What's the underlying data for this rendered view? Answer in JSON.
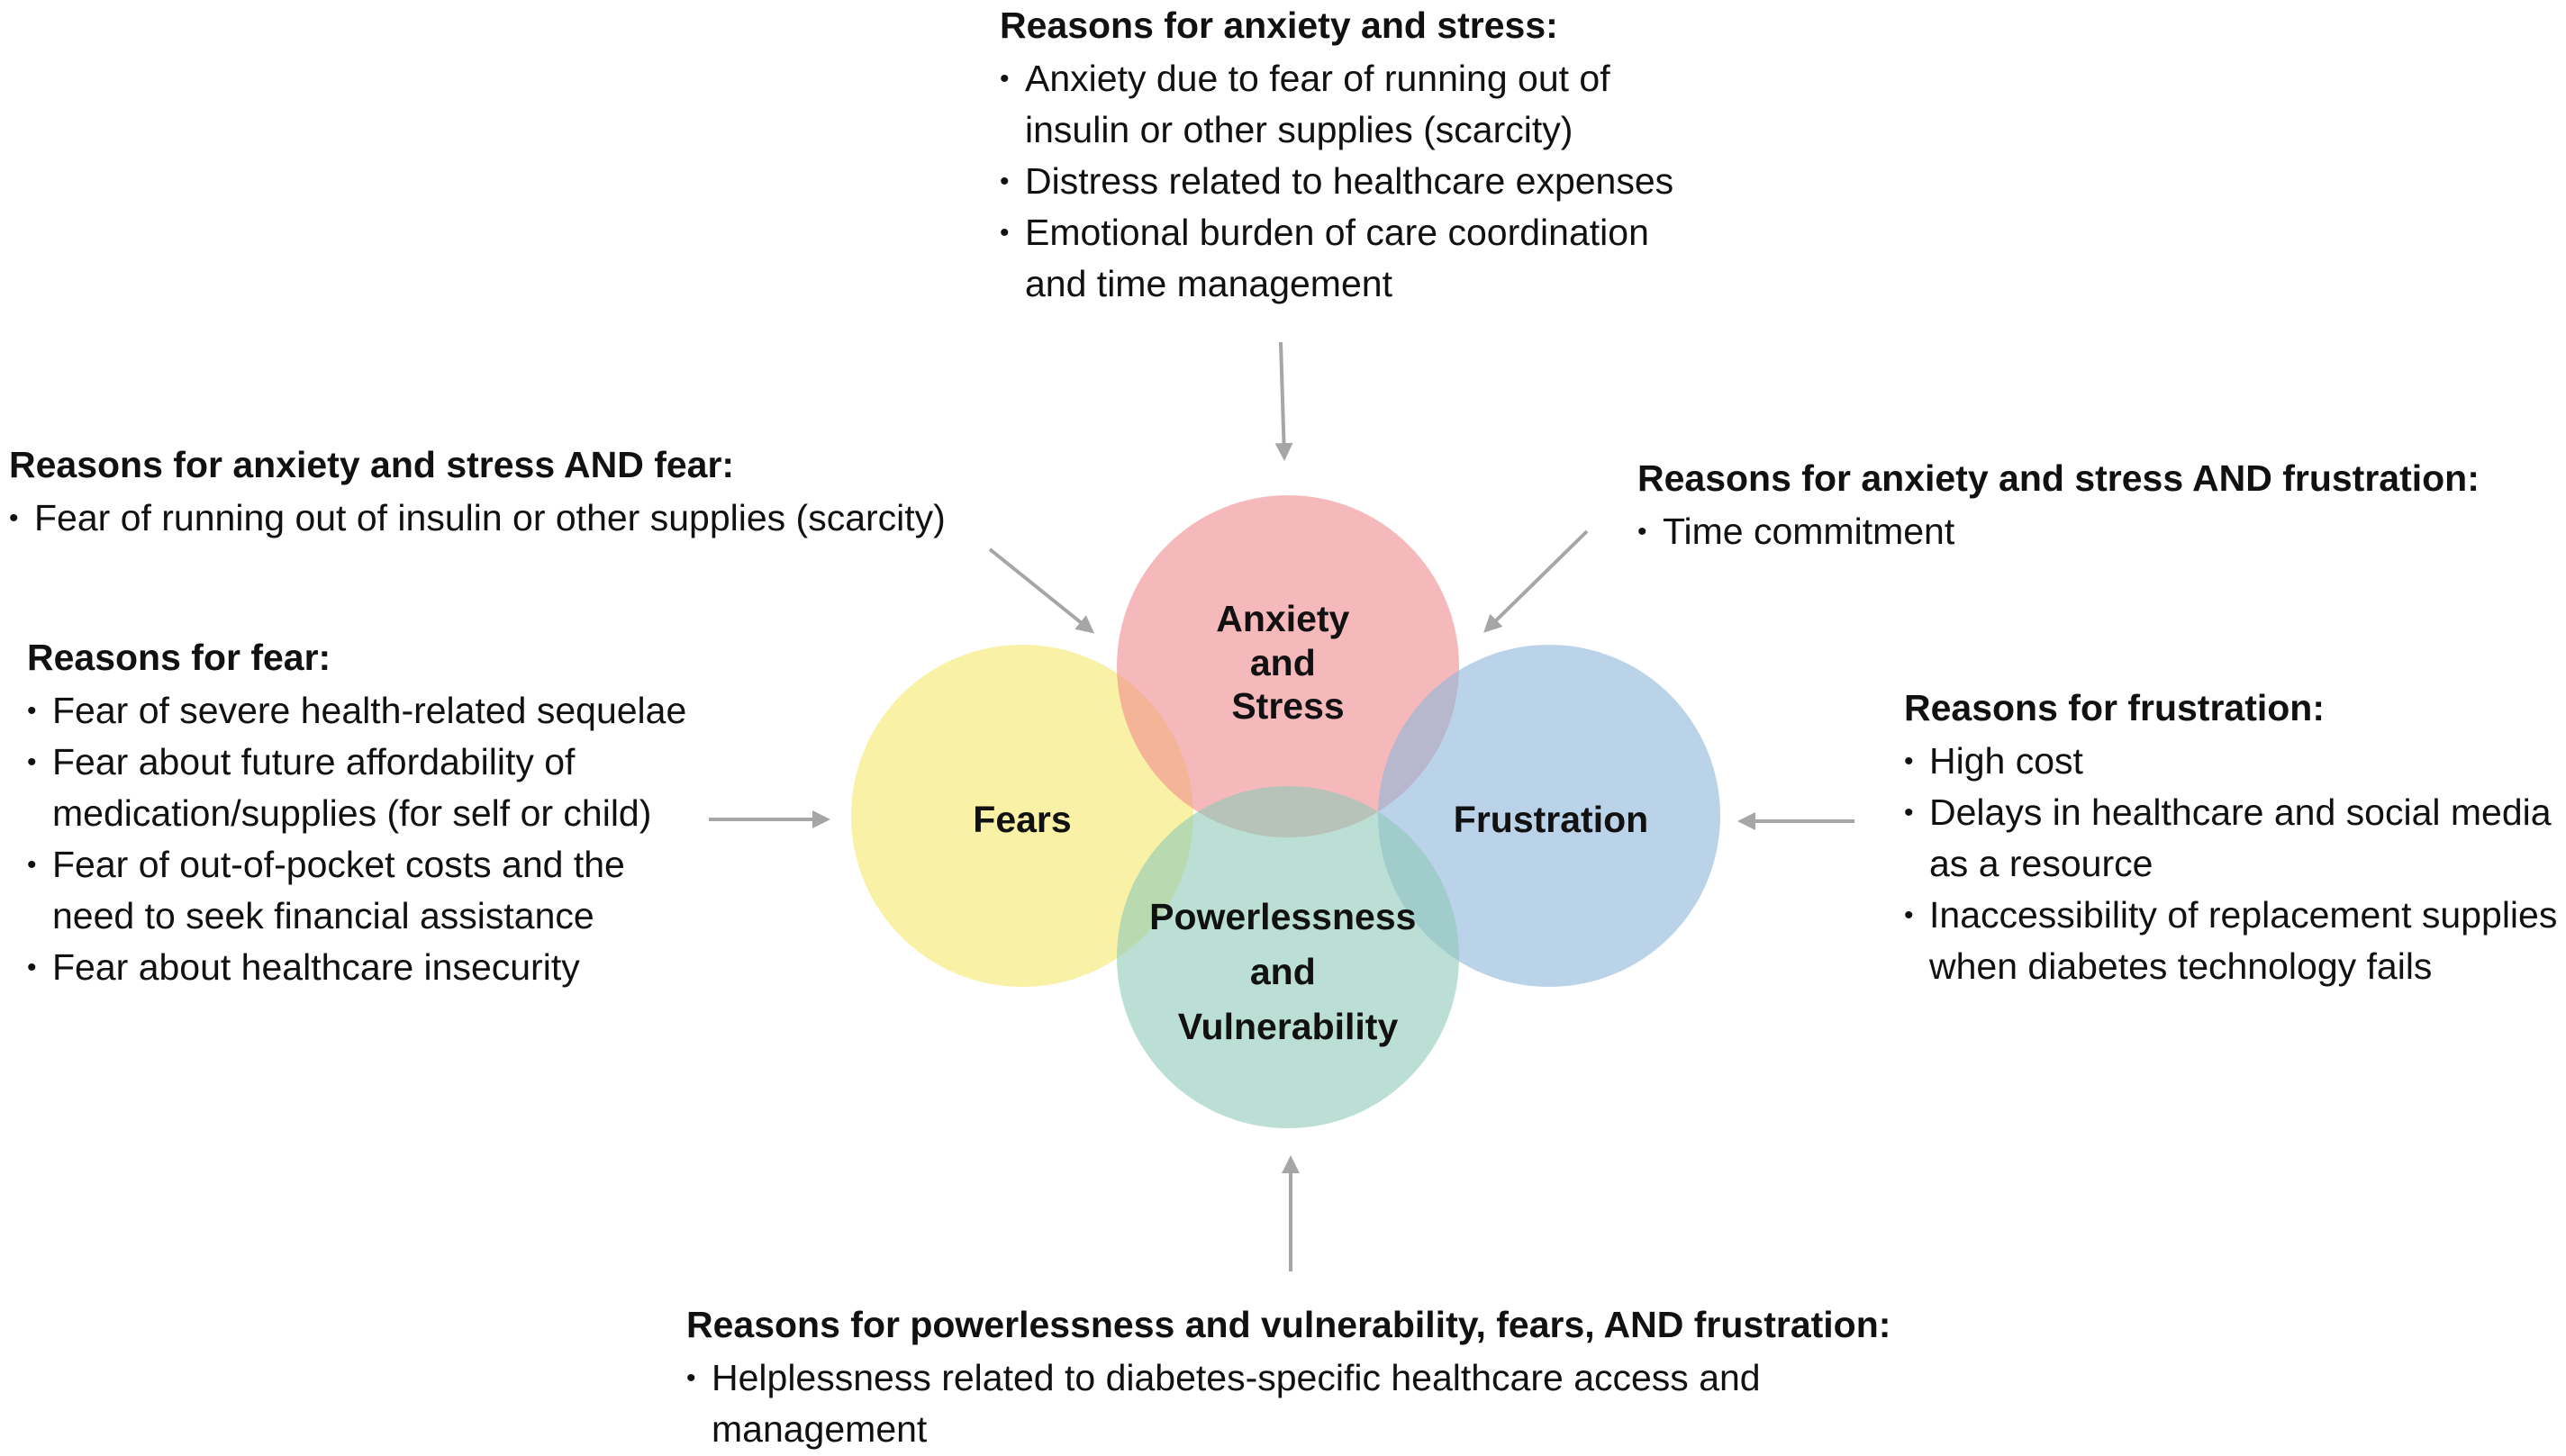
{
  "circles": {
    "anxiety": {
      "lines": [
        "Anxiety",
        "and",
        "Stress"
      ],
      "color": "#f08a8d"
    },
    "fears": {
      "lines": [
        "Fears"
      ],
      "color": "#f5ea6b"
    },
    "frustration": {
      "lines": [
        "Frustration"
      ],
      "color": "#8eb5db"
    },
    "powerlessness": {
      "lines": [
        "Powerlessness",
        "and",
        "Vulnerability"
      ],
      "color": "#8dc9b7"
    }
  },
  "boxes": {
    "anxiety": {
      "heading": "Reasons for anxiety and stress:",
      "items": [
        "Anxiety due to fear of running out of\ninsulin or other supplies (scarcity)",
        "Distress related to healthcare expenses",
        "Emotional burden of care coordination\nand time management"
      ]
    },
    "anxiety_fear": {
      "heading": "Reasons for anxiety and stress AND fear:",
      "items": [
        "Fear of running out of insulin or other supplies (scarcity)"
      ]
    },
    "anxiety_frustration": {
      "heading": "Reasons for anxiety and stress AND frustration:",
      "items": [
        "Time commitment"
      ]
    },
    "fear": {
      "heading": "Reasons for fear:",
      "items": [
        "Fear of severe health-related sequelae",
        "Fear about future affordability of\nmedication/supplies (for self or child)",
        "Fear of out-of-pocket costs and the\nneed to seek financial assistance",
        "Fear about healthcare insecurity"
      ]
    },
    "frustration": {
      "heading": "Reasons for frustration:",
      "items": [
        "High cost",
        "Delays in healthcare and social media\nas a resource",
        "Inaccessibility of replacement supplies\nwhen diabetes technology fails"
      ]
    },
    "powerlessness": {
      "heading": "Reasons for powerlessness and vulnerability, fears, AND frustration:",
      "items": [
        "Helplessness related to diabetes-specific healthcare access and\nmanagement"
      ]
    }
  },
  "colors": {
    "arrow": "#a6a6a6",
    "text": "#111111"
  }
}
